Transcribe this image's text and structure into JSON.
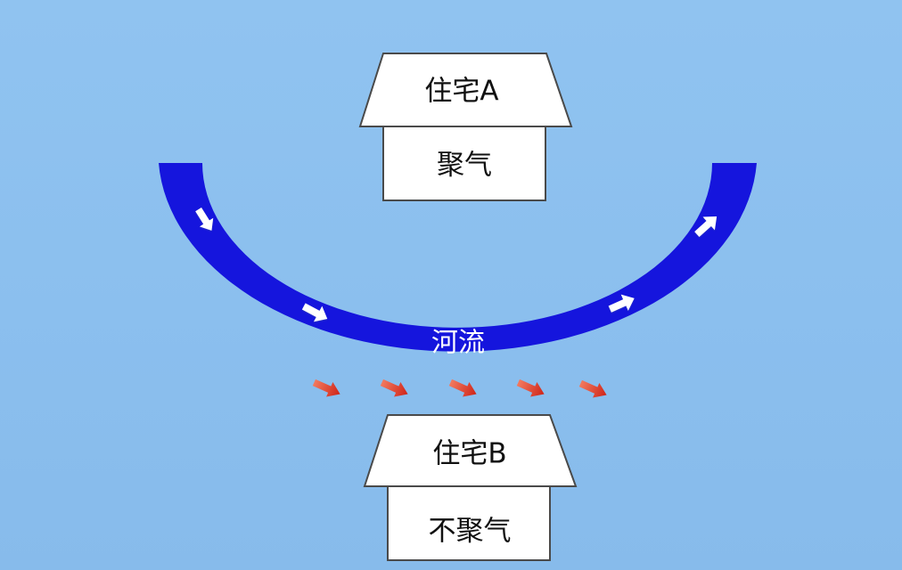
{
  "house_a": {
    "roof_label": "住宅A",
    "body_label": "聚气"
  },
  "river": {
    "label": "河流",
    "color": "#1515dd"
  },
  "house_b": {
    "roof_label": "住宅B",
    "body_label": "不聚气"
  },
  "colors": {
    "background": "#8dc0ee",
    "house_fill": "#ffffff",
    "house_stroke": "#4a4a4a",
    "flow_arrow": "#ffffff",
    "impact_arrow": "#d83a22"
  }
}
